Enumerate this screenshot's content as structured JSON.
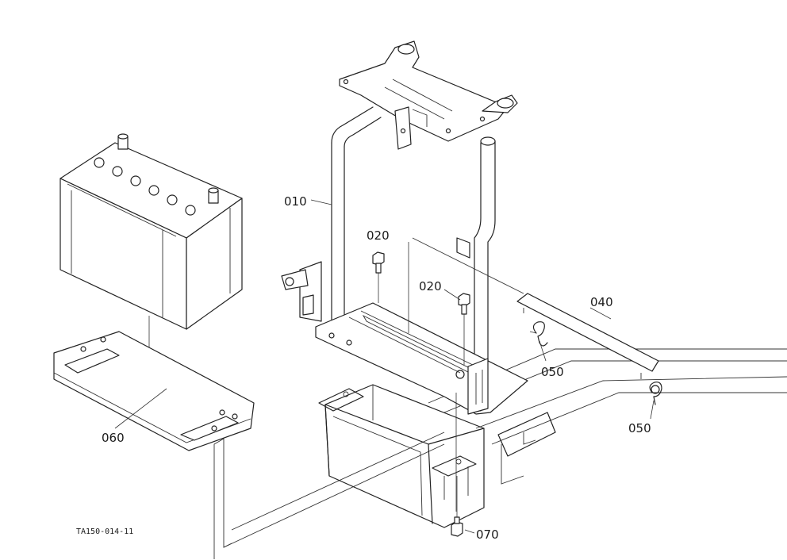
{
  "drawing_number": "TA150-014-11",
  "parts": {
    "p010": "010",
    "p020a": "020",
    "p020b": "020",
    "p040": "040",
    "p050a": "050",
    "p050b": "050",
    "p060": "060",
    "p070": "070"
  }
}
